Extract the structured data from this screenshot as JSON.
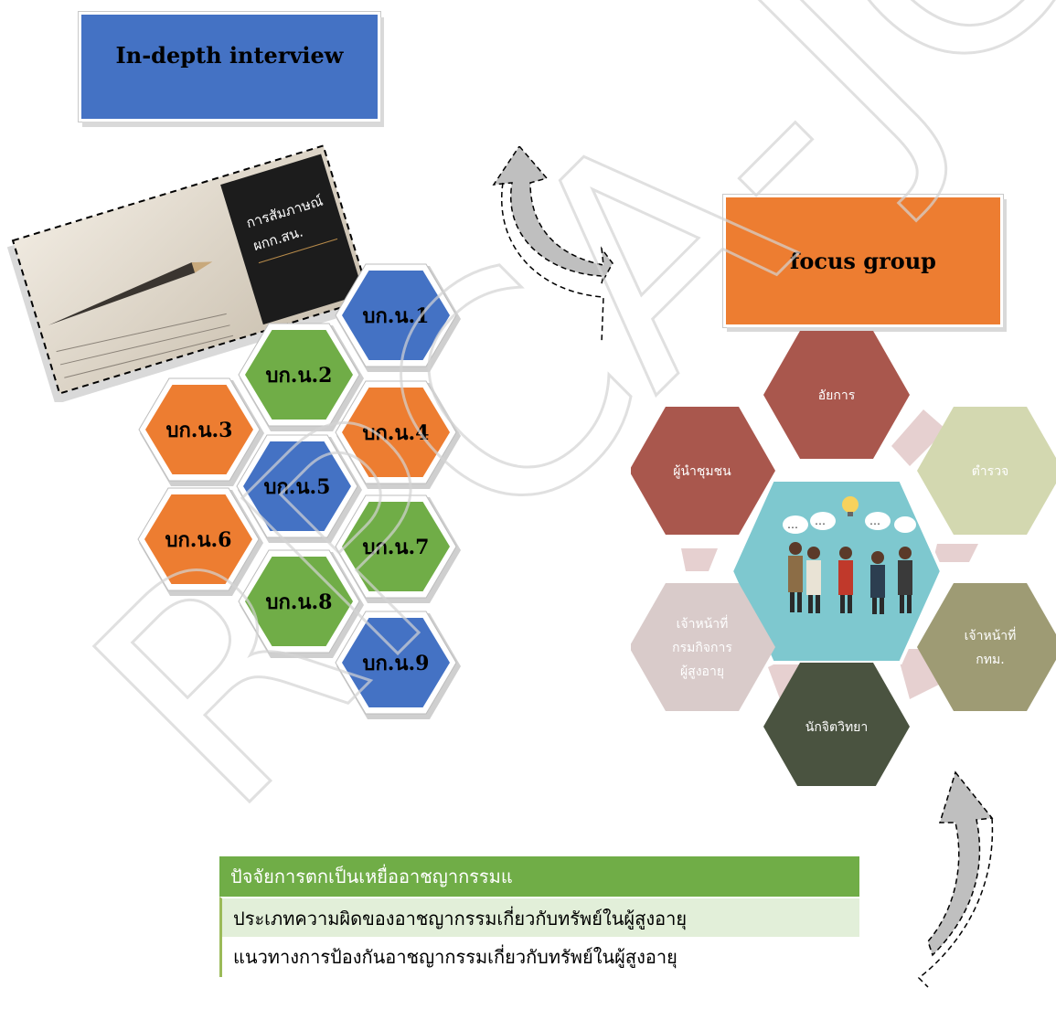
{
  "interview": {
    "title": "In-depth interview"
  },
  "photo": {
    "caption_line1": "การสัมภาษณ์",
    "caption_line2": "ผกก.สน."
  },
  "interviewees": [
    {
      "label": "บก.น.1",
      "color": "#4472c4"
    },
    {
      "label": "บก.น.2",
      "color": "#70ad47"
    },
    {
      "label": "บก.น.3",
      "color": "#ed7d31"
    },
    {
      "label": "บก.น.4",
      "color": "#ed7d31"
    },
    {
      "label": "บก.น.5",
      "color": "#4472c4"
    },
    {
      "label": "บก.น.6",
      "color": "#ed7d31"
    },
    {
      "label": "บก.น.7",
      "color": "#70ad47"
    },
    {
      "label": "บก.น.8",
      "color": "#70ad47"
    },
    {
      "label": "บก.น.9",
      "color": "#4472c4"
    }
  ],
  "focus_group": {
    "title": "focus group",
    "members": [
      {
        "label": "อัยการ",
        "color": "#a9574d"
      },
      {
        "label": "ตำรวจ",
        "color": "#d3d8b0"
      },
      {
        "label": "เจ้าหน้าที่ กทม.",
        "line1": "เจ้าหน้าที่",
        "line2": "กทม.",
        "color": "#9e9b74"
      },
      {
        "label": "นักจิตวิทยา",
        "color": "#4a5340"
      },
      {
        "label": "เจ้าหน้าที่ กรมกิจการ ผู้สูงอายุ",
        "line1": "เจ้าหน้าที่",
        "line2": "กรมกิจการ",
        "line3": "ผู้สูงอายุ",
        "color": "#d9cbca"
      },
      {
        "label": "ผู้นำชุมชน",
        "color": "#a9574d"
      }
    ]
  },
  "factors": {
    "header": "ปัจจัยการตกเป็นเหยื่ออาชญากรรมแ",
    "row1": "ประเภทความผิดของอาชญากรรมเกี่ยวกับทรัพย์ในผู้สูงอายุ",
    "row2": "แนวทางการป้องกันอาชญากรรมเกี่ยวกับทรัพย์ในผู้สูงอายุ"
  },
  "watermark": {
    "text": "RPCA-JCSC"
  }
}
